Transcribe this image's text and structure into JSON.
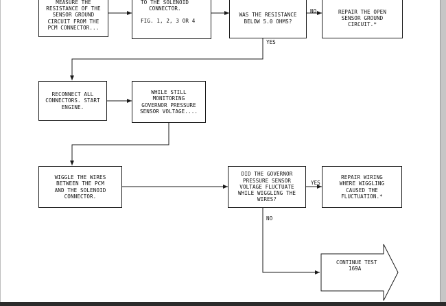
{
  "boxes": {
    "measure": [
      "MEASURE THE",
      "RESISTANCE OF THE",
      "SENSOR GROUND",
      "CIRCUIT FROM THE",
      "PCM CONNECTOR..."
    ],
    "solenoid": [
      "TO THE SOLENOID",
      "CONNECTOR.",
      "",
      "FIG. 1, 2, 3 OR 4"
    ],
    "resistance_question": [
      "WAS THE RESISTANCE",
      "BELOW 5.0 OHMS?"
    ],
    "repair_open": [
      "REPAIR THE OPEN",
      "SENSOR GROUND",
      "CIRCUIT.*"
    ],
    "reconnect": [
      "RECONNECT ALL",
      "CONNECTORS. START",
      "ENGINE."
    ],
    "monitoring": [
      "WHILE STILL",
      "MONITORING",
      "GOVERNOR PRESSURE",
      "SENSOR VOLTAGE...."
    ],
    "wiggle": [
      "WIGGLE THE WIRES",
      "BETWEEN THE PCM",
      "AND THE SOLENOID",
      "CONNECTOR."
    ],
    "fluctuate_question": [
      "DID THE GOVERNOR",
      "PRESSURE SENSOR",
      "VOLTAGE FLUCTUATE",
      "WHILE WIGGLING THE",
      "WIRES?"
    ],
    "repair_wiring": [
      "REPAIR WIRING",
      "WHERE WIGGLING",
      "CAUSED THE",
      "FLUCTUATION.*"
    ],
    "continue": [
      "CONTINUE TEST",
      "169A"
    ]
  },
  "labels": {
    "no_1": "NO",
    "yes_1": "YES",
    "yes_2": "YES",
    "no_2": "NO"
  }
}
